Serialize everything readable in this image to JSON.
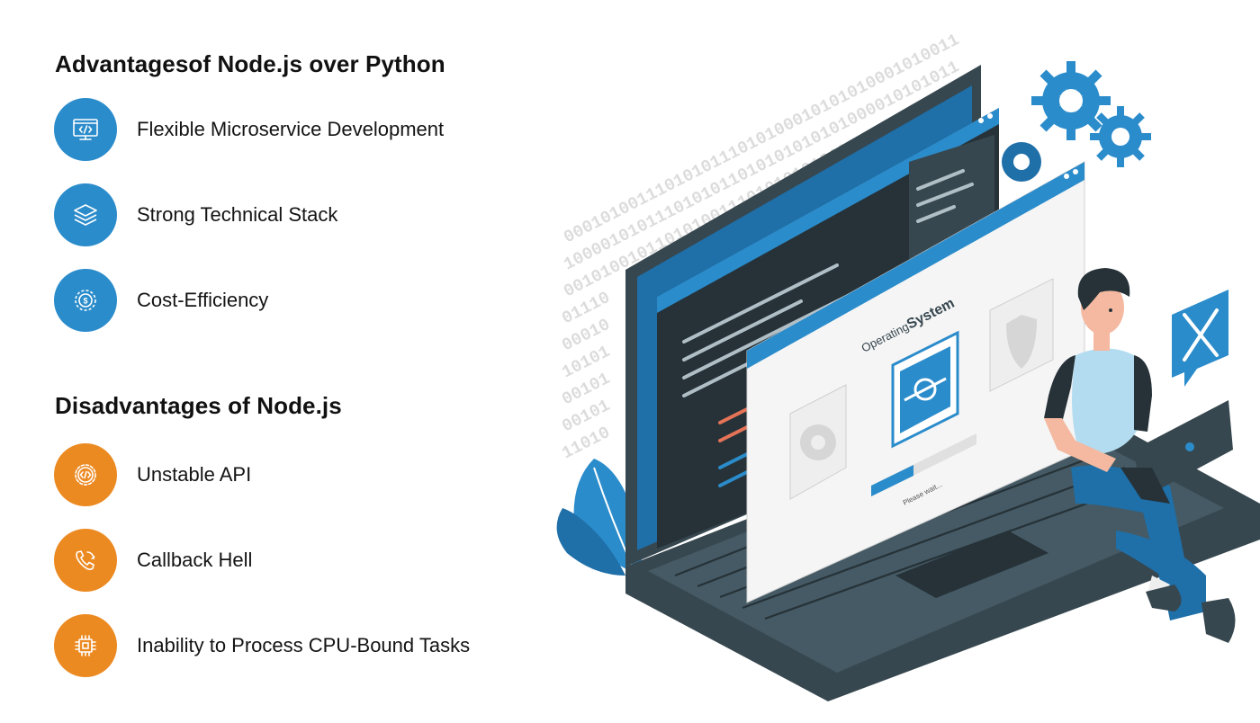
{
  "advantages": {
    "title": "Advantagesof Node.js over Python",
    "items": [
      {
        "label": "Flexible Microservice Development",
        "icon": "code-monitor-icon"
      },
      {
        "label": "Strong Technical Stack",
        "icon": "layers-icon"
      },
      {
        "label": "Cost-Efficiency",
        "icon": "money-gear-icon"
      }
    ]
  },
  "disadvantages": {
    "title": "Disadvantages of Node.js",
    "items": [
      {
        "label": "Unstable API",
        "icon": "code-gear-icon"
      },
      {
        "label": "Callback Hell",
        "icon": "phone-callback-icon"
      },
      {
        "label": "Inability to Process CPU-Bound Tasks",
        "icon": "cpu-chip-icon"
      }
    ]
  },
  "illustration": {
    "window_title_prefix": "Operating",
    "window_title_emphasis": "System",
    "progress_text": "Please wait...",
    "binary_rows": [
      "0001010011101010111010100010101010001010011",
      "1000010101110101011010101010101000010101011",
      "0010100101101010011101010101010100100010101"
    ]
  },
  "colors": {
    "blue": "#2b8ccb",
    "orange": "#ec8a22",
    "dark": "#37474f",
    "text": "#141414"
  }
}
